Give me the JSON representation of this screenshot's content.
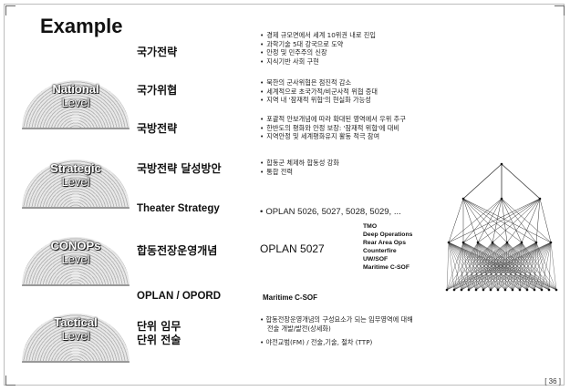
{
  "title": "Example",
  "levels": [
    {
      "line1": "National",
      "line2": "Level"
    },
    {
      "line1": "Strategic",
      "line2": "Level"
    },
    {
      "line1": "CONOPs",
      "line2": "Level"
    },
    {
      "line1": "Tactical",
      "line2": "Level"
    }
  ],
  "rows": {
    "national_strategy": {
      "heading": "국가전략",
      "bullets": [
        "경제 규모면에서 세계 10위권 내로 진입",
        "과학기술 5대 강국으로 도약",
        "안정 및 민주주의 신장",
        "지식기반 사회 구현"
      ]
    },
    "national_threat": {
      "heading": "국가위협",
      "bullets": [
        "북한의 군사위협은 점진적 감소",
        "세계적으로 초국가적/비군사적 위협 증대",
        "지역 내 '잠재적 위협'의 현실화 가능성"
      ]
    },
    "defense_strategy": {
      "heading": "국방전략",
      "bullets": [
        "포괄적 안보개념에 따라 확대된 영역에서 우위 추구",
        "한반도의 평화와 안정 보장: '잠재적 위협'에 대비",
        "지역안정 및 세계평화유지 활동 적극 참여"
      ]
    },
    "defense_plan": {
      "heading": "국방전략 달성방안",
      "bullets": [
        "합동군 체제하 합동성 강화",
        "통합 전력"
      ]
    },
    "theater": {
      "heading": "Theater  Strategy",
      "bullet": "OPLAN 5026, 5027, 5028, 5029, ..."
    },
    "conops": {
      "heading": "합동전장운영개념",
      "plan": "OPLAN 5027",
      "ops": [
        "TMO",
        "Deep Operations",
        "Rear Area Ops",
        "Counterfire",
        "UW/SOF",
        "Maritime C-SOF"
      ]
    },
    "oplan": {
      "heading": "OPLAN  /  OPORD",
      "note": "Maritime C-SOF"
    },
    "tactical": {
      "heading_line1": "단위 임무",
      "heading_line2": "단위 전술",
      "bullet1_line1": "합동전장운영개념의 구성요소가 되는 임무영역에 대해",
      "bullet1_line2": "전술 개발/발전(상세화)",
      "bullet2": "야전교범(FM) / 전술,기술, 절차 (TTP)"
    }
  },
  "page_number": "[ 36 ]"
}
